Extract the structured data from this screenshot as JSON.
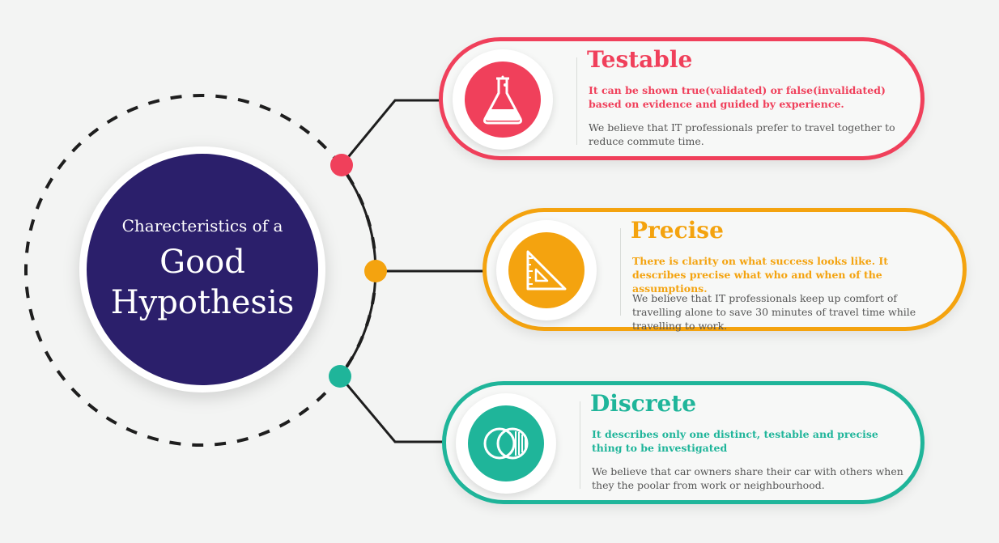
{
  "center": {
    "subtitle": "Charecteristics of a",
    "title_line1": "Good",
    "title_line2": "Hypothesis"
  },
  "cards": [
    {
      "title": "Testable",
      "description": "It can be shown true(validated) or false(invalidated) based on evidence and guided by experience.",
      "example": "We believe that IT professionals prefer to travel together to reduce commute time.",
      "icon": "flask-icon",
      "color": "#f0405b"
    },
    {
      "title": "Precise",
      "description": "There is clarity on what success looks like. It describes precise what who and when of the assumptions.",
      "example": "We believe that IT professionals keep up comfort of travelling alone to save 30 minutes of travel time while travelling to work.",
      "icon": "set-square-icon",
      "color": "#f4a30f"
    },
    {
      "title": "Discrete",
      "description": "It describes only one distinct, testable and precise thing to be investigated",
      "example": "We believe that car owners share their car with others when they the poolar from work or neighbourhood.",
      "icon": "venn-circles-icon",
      "color": "#1fb59a"
    }
  ],
  "colors": {
    "center_circle": "#2b1f6b",
    "connector": "#1e1e1e",
    "dashed_ring": "#1e1e1e"
  }
}
